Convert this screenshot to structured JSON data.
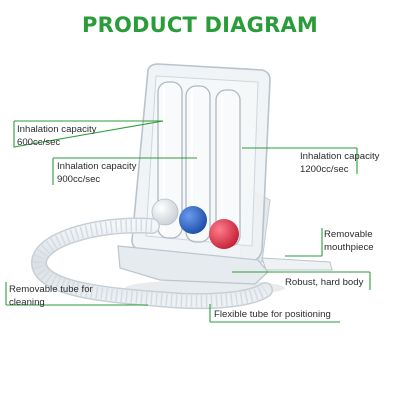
{
  "title": "PRODUCT DIAGRAM",
  "accent_color": "#2a9d3a",
  "labels": {
    "cap600": {
      "line1": "Inhalation capacity",
      "line2": "600cc/sec"
    },
    "cap900": {
      "line1": "Inhalation capacity",
      "line2": "900cc/sec"
    },
    "cap1200": {
      "line1": "Inhalation capacity",
      "line2": "1200cc/sec"
    },
    "mouthpiece": {
      "line1": "Removable",
      "line2": "mouthpiece"
    },
    "body": {
      "line1": "Robust, hard body"
    },
    "tube_clean": {
      "line1": "Removable tube for",
      "line2": "cleaning"
    },
    "tube_flex": {
      "line1": "Flexible tube for positioning"
    }
  },
  "ball_colors": {
    "left": "#e8ecef",
    "middle": "#2a62c9",
    "right": "#e8384f"
  }
}
